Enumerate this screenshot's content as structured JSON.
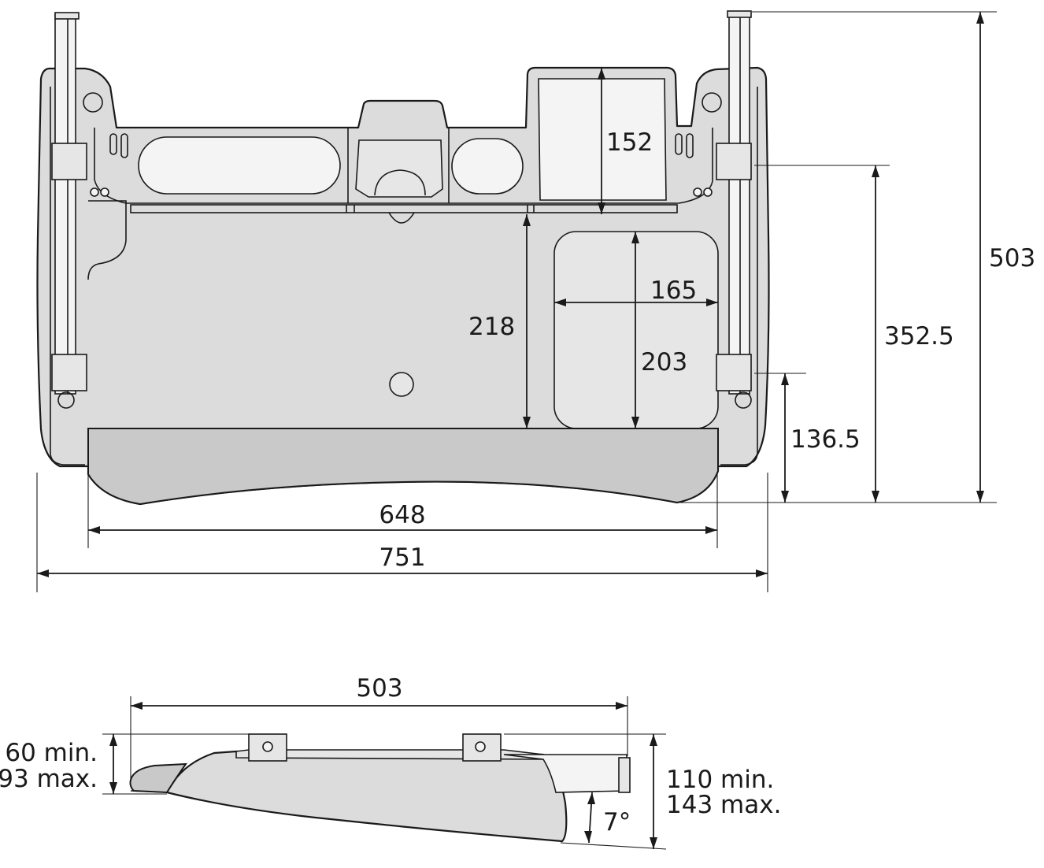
{
  "top_view": {
    "dimensions": {
      "overall_width": "751",
      "inner_width": "648",
      "overall_depth": "503",
      "rail_depth": "352.5",
      "rear_rail_height": "136.5",
      "mouse_area_depth": "218",
      "tray_recess_depth": "152",
      "mouse_pad_width": "165",
      "mouse_pad_depth": "203"
    }
  },
  "side_view": {
    "dimensions": {
      "length": "503",
      "front_height_min": "60 min.",
      "front_height_max": "93 max.",
      "rear_height_min": "110 min.",
      "rear_height_max": "143 max.",
      "tilt_angle": "7°"
    }
  }
}
